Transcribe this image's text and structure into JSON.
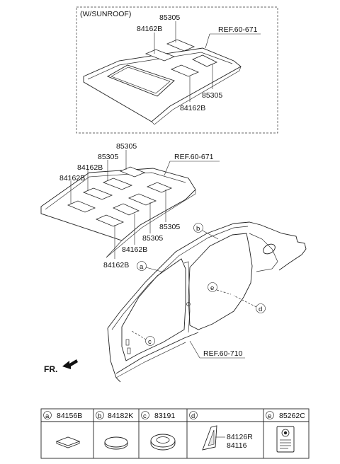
{
  "sunroof_box": {
    "title": "(W/SUNROOF)",
    "ref": "REF.60-671",
    "labels": [
      "85305",
      "84162B",
      "85305",
      "84162B"
    ]
  },
  "roof": {
    "ref": "REF.60-671",
    "labels": [
      "85305",
      "85305",
      "84162B",
      "84162B",
      "85305",
      "85305",
      "84162B",
      "84162B"
    ]
  },
  "side": {
    "ref": "REF.60-710",
    "callouts": [
      "a",
      "b",
      "c",
      "d",
      "e"
    ]
  },
  "front_label": "FR.",
  "table": {
    "cells": [
      {
        "letter": "a",
        "part": "84156B"
      },
      {
        "letter": "b",
        "part": "84182K"
      },
      {
        "letter": "c",
        "part": "83191"
      },
      {
        "letter": "d",
        "part": "",
        "sub_parts": [
          "84126R",
          "84116"
        ]
      },
      {
        "letter": "e",
        "part": "85262C"
      }
    ]
  }
}
